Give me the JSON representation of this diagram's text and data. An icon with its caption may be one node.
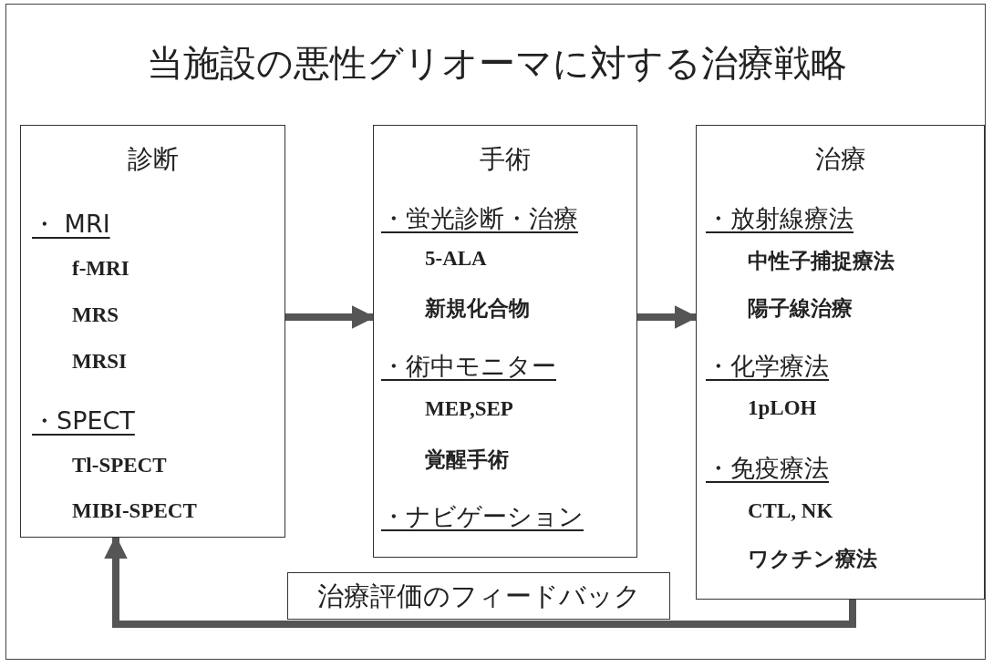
{
  "diagram": {
    "title": "当施設の悪性グリオーマに対する治療戦略",
    "nodes": [
      {
        "text": [
          "診断",
          "・ MRI",
          "f-MRI",
          "MRS",
          "MRSI",
          "・SPECT",
          "Tl-SPECT",
          "MIBI-SPECT"
        ]
      },
      {
        "text": [
          "手術",
          "・蛍光診断・治療",
          "5-ALA",
          "新規化合物",
          "・術中モニター",
          "MEP,SEP",
          "覚醒手術",
          "・ナビゲーション"
        ]
      },
      {
        "text": [
          "治療",
          "・放射線療法",
          "中性子捕捉療法",
          "陽子線治療",
          "・化学療法",
          "1pLOH",
          "・免疫療法",
          "CTL, NK",
          "ワクチン療法"
        ]
      }
    ],
    "edges": [
      {
        "from": 0,
        "to": 1,
        "arrow": "to"
      },
      {
        "from": 1,
        "to": 2,
        "arrow": "to"
      },
      {
        "from": 2,
        "to": 0,
        "arrow": "to",
        "label": "治療評価のフィードバック"
      }
    ]
  }
}
